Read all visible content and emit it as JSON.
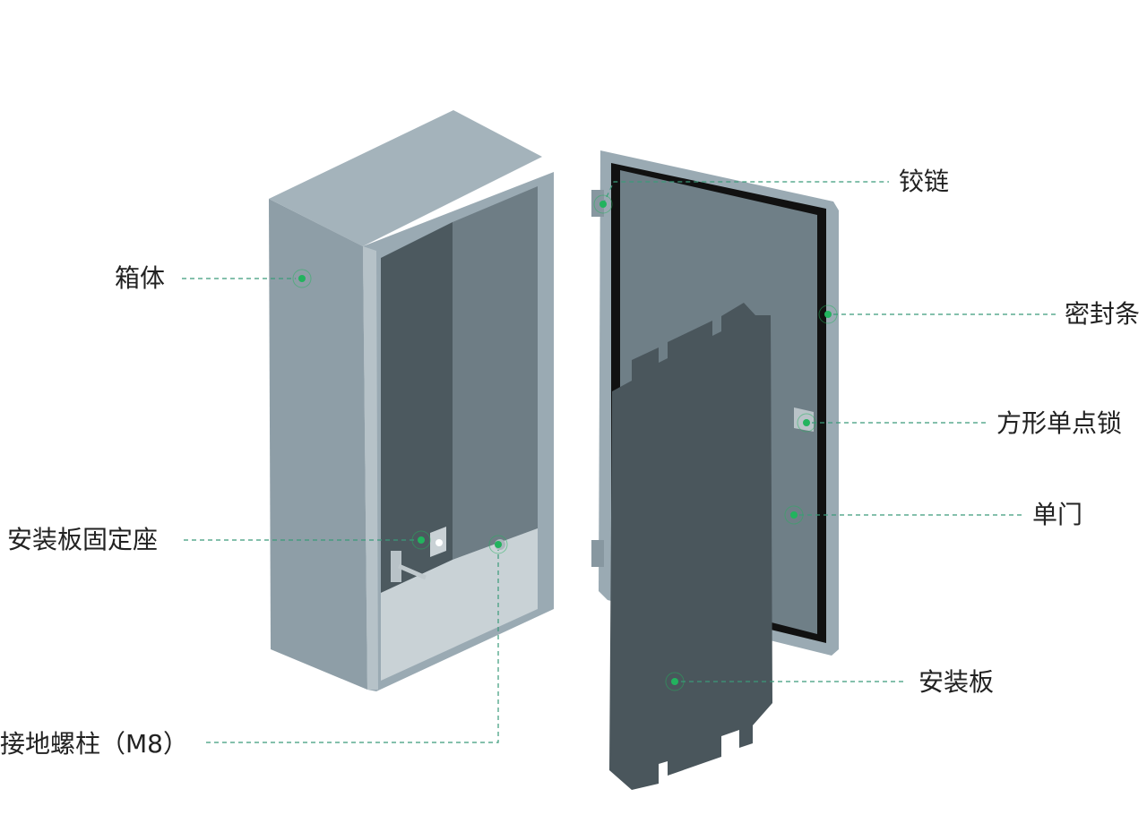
{
  "accent_color": "#22b35e",
  "leader_color": "#3a9a7a",
  "labels": {
    "hinge": "铰链",
    "body": "箱体",
    "seal": "密封条",
    "lock": "方形单点锁",
    "door": "单门",
    "plate": "安装板",
    "plate_seat": "安装板固定座",
    "ground_stud": "接地螺柱（M8）"
  }
}
